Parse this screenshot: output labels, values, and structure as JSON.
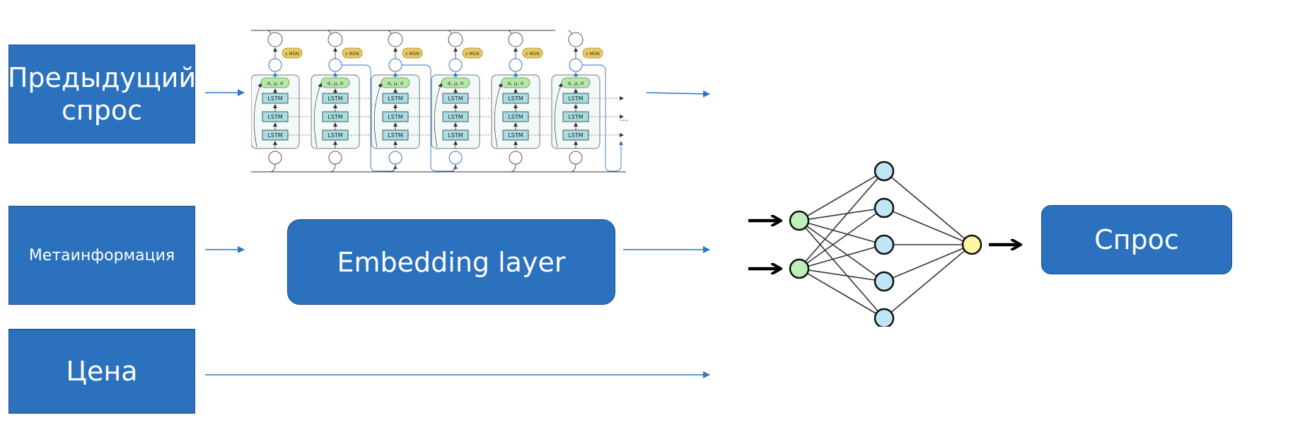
{
  "inputs": {
    "previous_demand": "Предыдущий спрос",
    "meta": "Метаинформация",
    "price": "Цена"
  },
  "embedding": {
    "label": "Embedding layer"
  },
  "output": {
    "label": "Спрос"
  },
  "lstm_figure": {
    "cell_label": "LSTM",
    "attention_label": "α, μ, σ",
    "mdn_label": "ε MDN",
    "ellipsis": "…",
    "steps": 6
  },
  "network": {
    "input_nodes": 2,
    "hidden_nodes": 5,
    "output_nodes": 1
  },
  "colors": {
    "box": "#2b71be",
    "arrow": "#2e75c4",
    "lstm_cell": "#a8dde3",
    "attention": "#b7e6a9",
    "mdn": "#e8c862",
    "input_node": "#bdf0b9",
    "hidden_node": "#bfe6f5",
    "output_node": "#fff6a0"
  }
}
